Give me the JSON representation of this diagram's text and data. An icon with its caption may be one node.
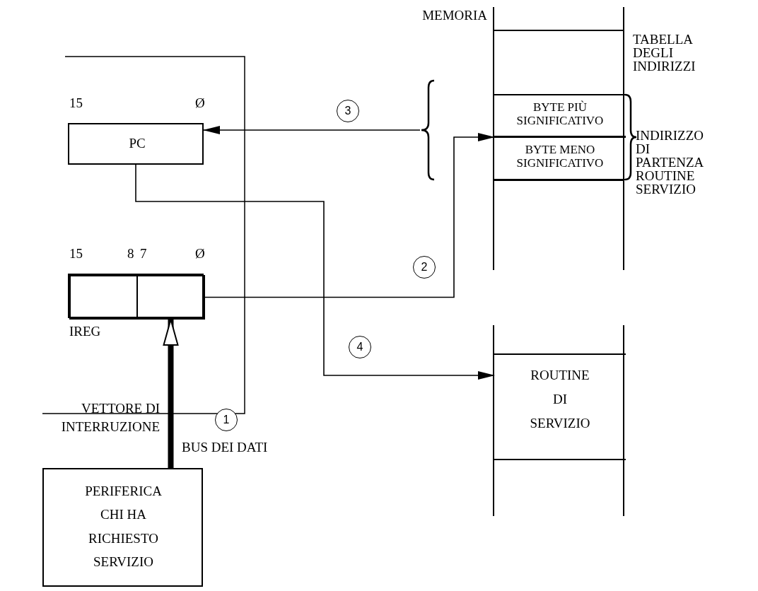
{
  "diagram": {
    "nodes": [
      {
        "text": [
          "PC"
        ],
        "beside": [
          "15",
          "Ø"
        ]
      },
      {
        "text": [
          "IREG"
        ],
        "beside": [
          "15",
          "8",
          "7",
          "Ø"
        ]
      },
      {
        "text": [],
        "shape": "box",
        "in": 1
      },
      {
        "text": [],
        "shape": "box",
        "in": 1
      },
      {
        "text": [],
        "shape": "brace"
      },
      {
        "text": [
          "MEMORIA"
        ],
        "beside": [
          "TABELLA DEGLI INDIRIZZI",
          "INDIRIZZO DI PARTENZA ROUTINE SERVIZIO"
        ]
      },
      {
        "text": [
          "BYTE PIÙ SIGNIFICATIVO"
        ],
        "in": 5
      },
      {
        "text": [
          "BYTE MENO SIGNIFICATIVO"
        ],
        "in": 5
      },
      {
        "text": [],
        "shape": "box"
      },
      {
        "text": [
          "ROUTINE DI SERVIZIO"
        ],
        "in": 8
      },
      {
        "text": [
          "PERIFERICA CHI HA RICHIESTO SERVIZIO"
        ]
      }
    ],
    "edges": [
      {
        "from": 10,
        "to": 3,
        "arrow": "to",
        "label": "1",
        "style": "thick"
      },
      {
        "from": 3,
        "to": 6,
        "arrow": "to",
        "label": "2"
      },
      {
        "from": 4,
        "to": 0,
        "arrow": "to",
        "label": "3"
      },
      {
        "from": 0,
        "to": 9,
        "arrow": "to",
        "label": "4"
      }
    ],
    "labels": [
      "VETTORE DI INTERRUZIONE",
      "BUS DEI DATI"
    ]
  }
}
